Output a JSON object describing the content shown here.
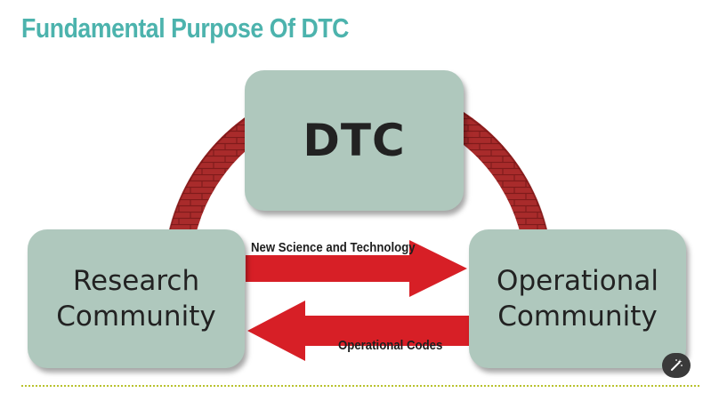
{
  "page": {
    "title": "Fundamental Purpose Of DTC"
  },
  "diagram": {
    "center_box": "DTC",
    "left_box_lines": [
      "Research",
      "Community"
    ],
    "right_box_lines": [
      "Operational",
      "Community"
    ],
    "forward_arrow_label": "New Science and Technology",
    "return_arrow_label": "Operational Codes"
  },
  "controls": {
    "expand_icon": "magic-wand-icon"
  },
  "colors": {
    "title": "#4cb3ad",
    "box_fill": "#afc8bd",
    "arrow": "#d71f26",
    "brick_ring": "#a92b2b",
    "divider": "#b9c22f"
  }
}
